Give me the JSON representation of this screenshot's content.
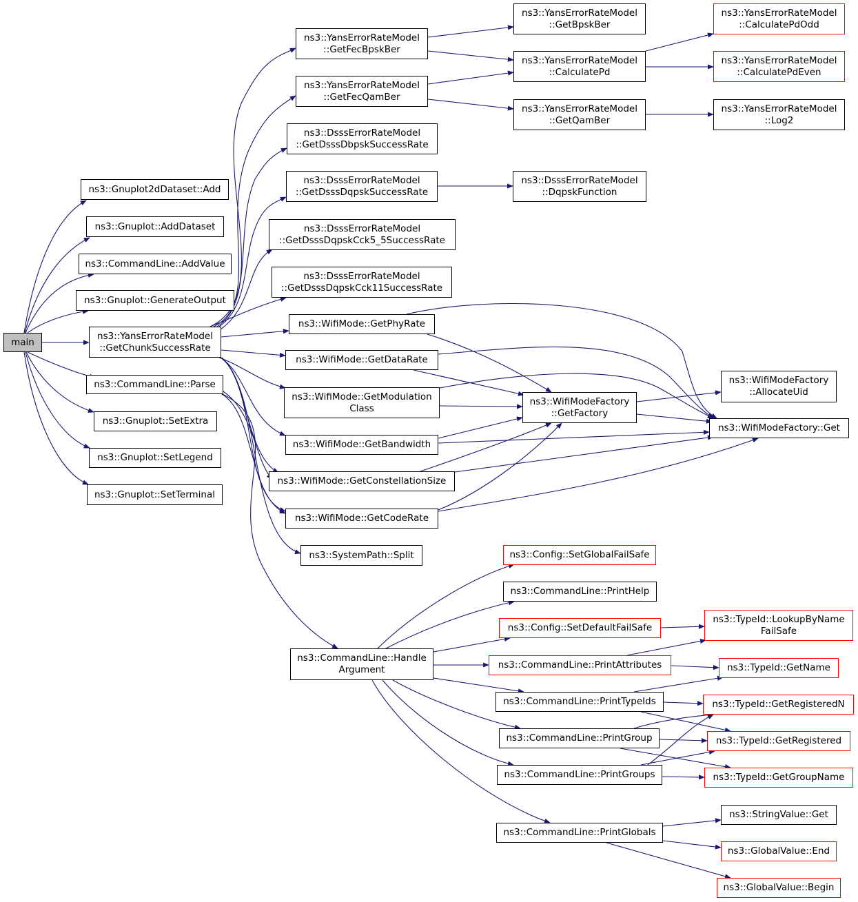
{
  "colors": {
    "edge": "#191970",
    "node_border": "#000000",
    "undocumented_border": "#ff0000",
    "root_fill": "#bfbfbf"
  },
  "nodes": {
    "main": [
      "main"
    ],
    "gnuplot2d_add": [
      "ns3::Gnuplot2dDataset::Add"
    ],
    "gnuplot_adddataset": [
      "ns3::Gnuplot::AddDataset"
    ],
    "cmd_addvalue": [
      "ns3::CommandLine::AddValue"
    ],
    "gnuplot_generateoutput": [
      "ns3::Gnuplot::GenerateOutput"
    ],
    "yans_getchunk": [
      "ns3::YansErrorRateModel",
      "::GetChunkSuccessRate"
    ],
    "cmd_parse": [
      "ns3::CommandLine::Parse"
    ],
    "gnuplot_setextra": [
      "ns3::Gnuplot::SetExtra"
    ],
    "gnuplot_setlegend": [
      "ns3::Gnuplot::SetLegend"
    ],
    "gnuplot_setterminal": [
      "ns3::Gnuplot::SetTerminal"
    ],
    "yans_getfecbpsk": [
      "ns3::YansErrorRateModel",
      "::GetFecBpskBer"
    ],
    "yans_getfecqam": [
      "ns3::YansErrorRateModel",
      "::GetFecQamBer"
    ],
    "dsss_dbpsk": [
      "ns3::DsssErrorRateModel",
      "::GetDsssDbpskSuccessRate"
    ],
    "dsss_dqpsk": [
      "ns3::DsssErrorRateModel",
      "::GetDsssDqpskSuccessRate"
    ],
    "dsss_cck55": [
      "ns3::DsssErrorRateModel",
      "::GetDsssDqpskCck5_5SuccessRate"
    ],
    "dsss_cck11": [
      "ns3::DsssErrorRateModel",
      "::GetDsssDqpskCck11SuccessRate"
    ],
    "wifi_getphyrate": [
      "ns3::WifiMode::GetPhyRate"
    ],
    "wifi_getdatarate": [
      "ns3::WifiMode::GetDataRate"
    ],
    "wifi_getmodclass": [
      "ns3::WifiMode::GetModulation",
      "Class"
    ],
    "wifi_getbandwidth": [
      "ns3::WifiMode::GetBandwidth"
    ],
    "wifi_getconst": [
      "ns3::WifiMode::GetConstellationSize"
    ],
    "wifi_getcoderate": [
      "ns3::WifiMode::GetCodeRate"
    ],
    "sys_split": [
      "ns3::SystemPath::Split"
    ],
    "cmd_handlearg": [
      "ns3::CommandLine::Handle",
      "Argument"
    ],
    "yans_getbpskber": [
      "ns3::YansErrorRateModel",
      "::GetBpskBer"
    ],
    "yans_calcpd": [
      "ns3::YansErrorRateModel",
      "::CalculatePd"
    ],
    "yans_getqamber": [
      "ns3::YansErrorRateModel",
      "::GetQamBer"
    ],
    "dsss_dqpskfn": [
      "ns3::DsssErrorRateModel",
      "::DqpskFunction"
    ],
    "wmf_getfactory": [
      "ns3::WifiModeFactory",
      "::GetFactory"
    ],
    "wmf_allocuid": [
      "ns3::WifiModeFactory",
      "::AllocateUid"
    ],
    "wmf_get": [
      "ns3::WifiModeFactory::Get"
    ],
    "yans_calcpdodd": [
      "ns3::YansErrorRateModel",
      "::CalculatePdOdd"
    ],
    "yans_calcpdeven": [
      "ns3::YansErrorRateModel",
      "::CalculatePdEven"
    ],
    "yans_log2": [
      "ns3::YansErrorRateModel",
      "::Log2"
    ],
    "cfg_setglobalfs": [
      "ns3::Config::SetGlobalFailSafe"
    ],
    "cmd_printhelp": [
      "ns3::CommandLine::PrintHelp"
    ],
    "cfg_setdefaultfs": [
      "ns3::Config::SetDefaultFailSafe"
    ],
    "cmd_printattrs": [
      "ns3::CommandLine::PrintAttributes"
    ],
    "cmd_printtypeids": [
      "ns3::CommandLine::PrintTypeIds"
    ],
    "cmd_printgroup": [
      "ns3::CommandLine::PrintGroup"
    ],
    "cmd_printgroups": [
      "ns3::CommandLine::PrintGroups"
    ],
    "cmd_printglobals": [
      "ns3::CommandLine::PrintGlobals"
    ],
    "tid_lookup": [
      "ns3::TypeId::LookupByName",
      "FailSafe"
    ],
    "tid_getname": [
      "ns3::TypeId::GetName"
    ],
    "tid_getregn": [
      "ns3::TypeId::GetRegisteredN"
    ],
    "tid_getreg": [
      "ns3::TypeId::GetRegistered"
    ],
    "tid_getgroupname": [
      "ns3::TypeId::GetGroupName"
    ],
    "sv_get": [
      "ns3::StringValue::Get"
    ],
    "gv_end": [
      "ns3::GlobalValue::End"
    ],
    "gv_begin": [
      "ns3::GlobalValue::Begin"
    ]
  }
}
